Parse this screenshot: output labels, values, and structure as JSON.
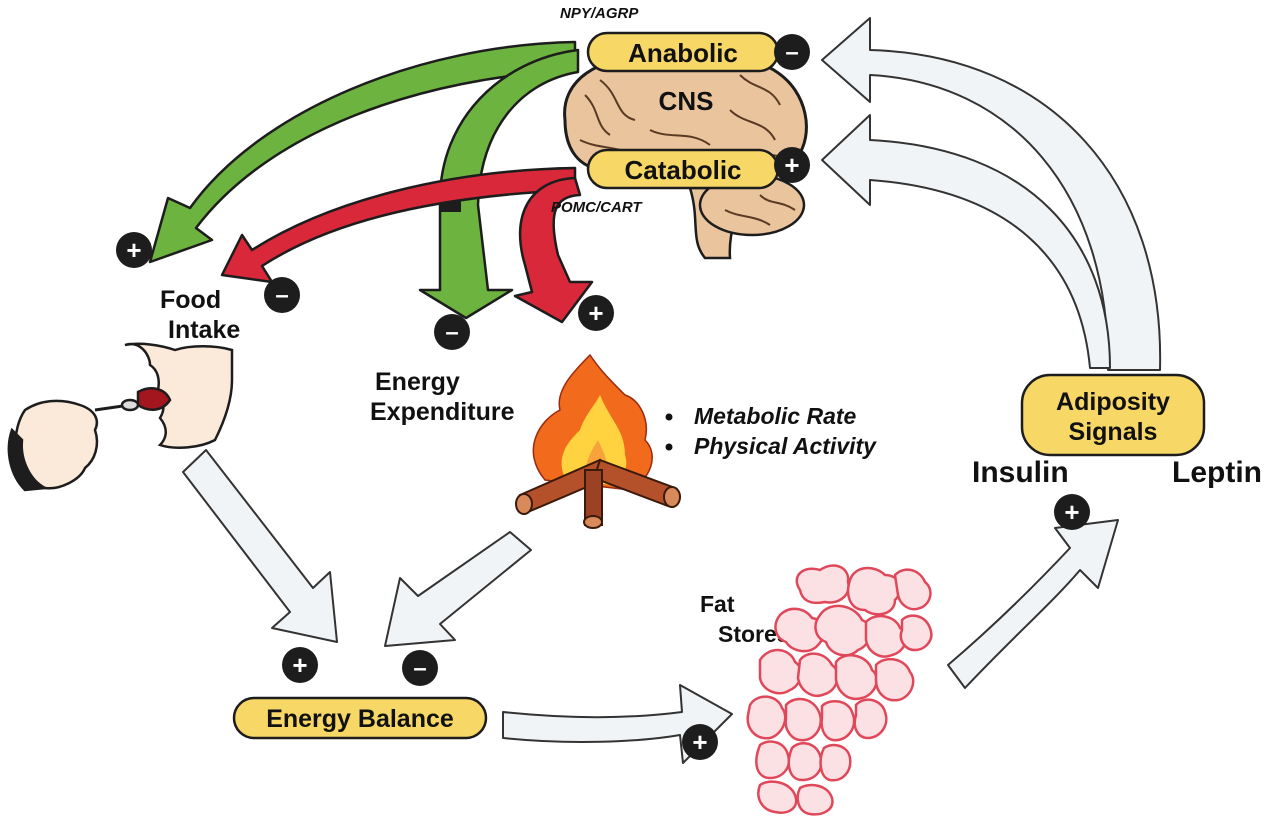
{
  "labels": {
    "npy_agrp": "NPY/AGRP",
    "anabolic": "Anabolic",
    "cns": "CNS",
    "catabolic": "Catabolic",
    "pomc_cart": "POMC/CART",
    "food_intake_line1": "Food",
    "food_intake_line2": "Intake",
    "energy_expenditure_line1": "Energy",
    "energy_expenditure_line2": "Expenditure",
    "metabolic_rate": "Metabolic  Rate",
    "physical_activity": "Physical  Activity",
    "adiposity_line1": "Adiposity",
    "adiposity_line2": "Signals",
    "insulin": "Insulin",
    "leptin": "Leptin",
    "fat_stores_line1": "Fat",
    "fat_stores_line2": "Stores",
    "energy_balance": "Energy   Balance"
  },
  "signs": {
    "plus": "+",
    "minus": "–"
  },
  "colors": {
    "pill_fill": "#F7D766",
    "green_arrow": "#6CB33F",
    "red_arrow": "#D9283A",
    "hollow_arrow": "#F1F4F6",
    "brain": "#E9C49C",
    "fat_cells": "#E0485A",
    "fire_orange": "#F26A1B",
    "fire_yellow": "#FFD23F",
    "log": "#B4502A"
  }
}
